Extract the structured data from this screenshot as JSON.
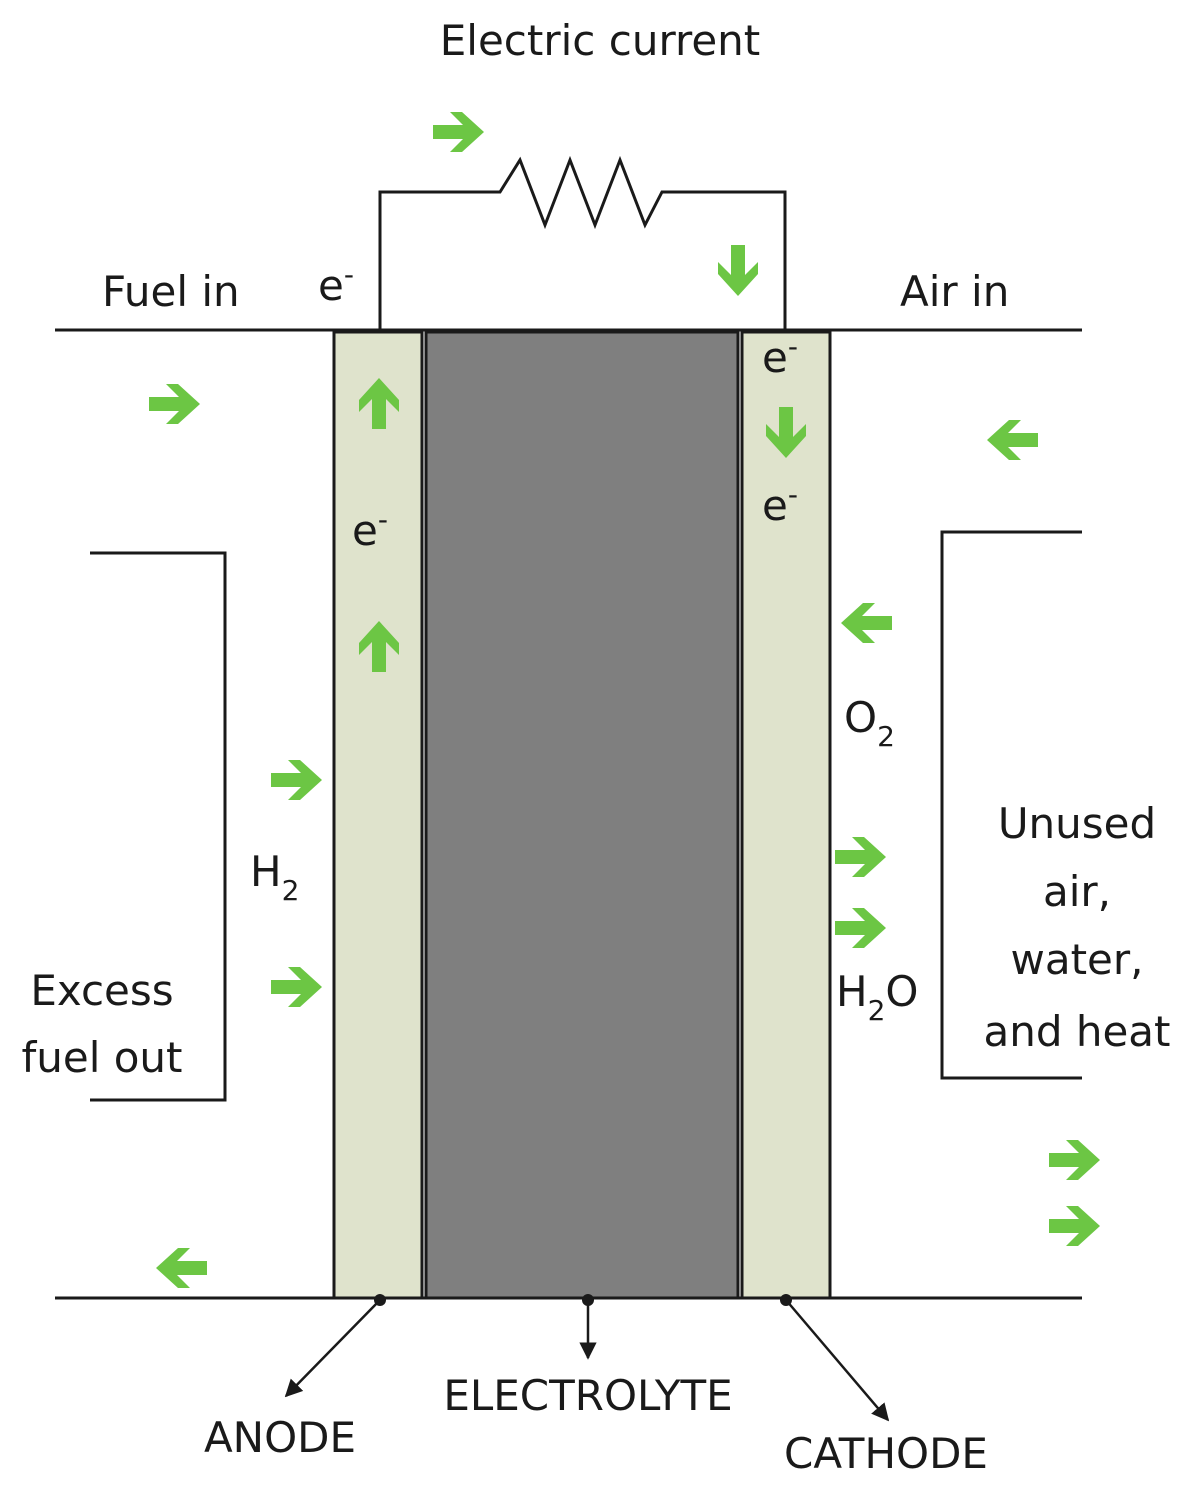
{
  "labels": {
    "electric_current": "Electric current",
    "fuel_in": "Fuel in",
    "air_in": "Air in",
    "electron": "e",
    "electron_charge": "-",
    "o2_base": "O",
    "o2_sub": "2",
    "h2_base": "H",
    "h2_sub": "2",
    "h2o_h": "H",
    "h2o_sub": "2",
    "h2o_o": "O",
    "excess_line1": "Excess",
    "excess_line2": "fuel out",
    "unused_line1": "Unused",
    "unused_line2": "air,",
    "unused_line3": "water,",
    "unused_line4": "and heat",
    "anode": "ANODE",
    "electrolyte": "ELECTROLYTE",
    "cathode": "CATHODE"
  },
  "colors": {
    "arrow": "#6cc644",
    "electrode": "#dfe3cc",
    "electrolyte": "#7f7f7f",
    "line": "#1a1a1a"
  }
}
